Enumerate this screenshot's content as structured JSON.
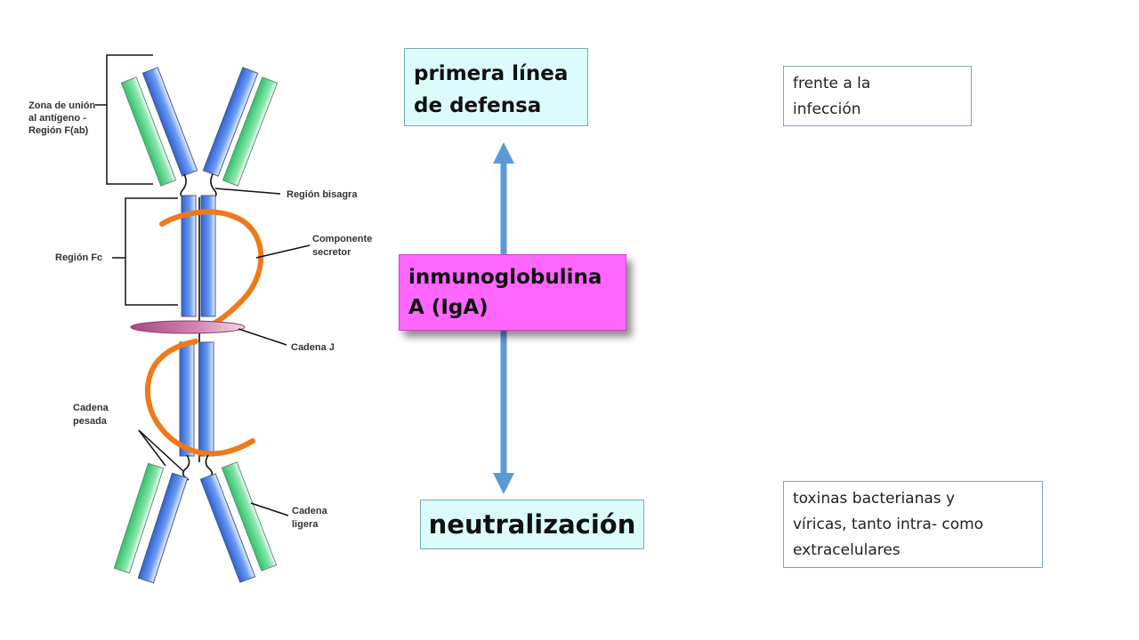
{
  "colors": {
    "heavy_chain": "#4a7fe0",
    "light_chain": "#3fcf7a",
    "secretory_component": "#f07a1a",
    "j_chain": "#b35a8c",
    "arrow": "#5b9bd5",
    "box_fill": "#dcfcfc",
    "iga_fill": "#ff66ff"
  },
  "diagram": {
    "labels": {
      "antigen_zone": [
        "Zona de unión",
        "al antígeno -",
        "Región F(ab)"
      ],
      "hinge": "Región bisagra",
      "fc_region": "Región Fc",
      "secretory_component": [
        "Componente",
        "secretor"
      ],
      "j_chain": "Cadena J",
      "heavy_chain": [
        "Cadena",
        "pesada"
      ],
      "light_chain": [
        "Cadena",
        "ligera"
      ]
    }
  },
  "boxes": {
    "primera": [
      "primera línea",
      "de defensa"
    ],
    "iga": [
      "inmunoglobulina",
      "A (IgA)"
    ],
    "neutralizacion": "neutralización"
  },
  "notes": {
    "frente": [
      "frente a la",
      "infección"
    ],
    "toxinas": [
      "toxinas bacterianas y",
      "víricas, tanto intra- como",
      "extracelulares"
    ]
  },
  "arrow": {
    "direction": "bidirectional-vertical",
    "icon": "double-headed-arrow"
  }
}
